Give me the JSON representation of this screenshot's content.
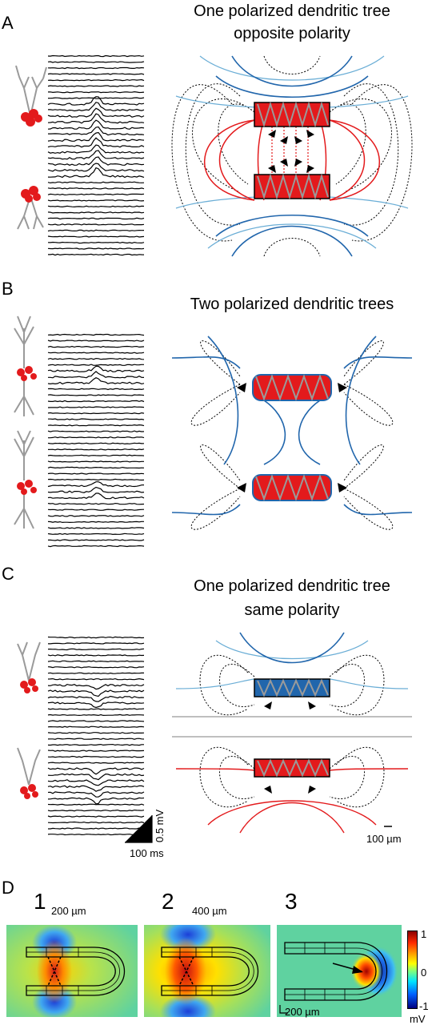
{
  "panels": {
    "A": {
      "letter": "A",
      "title_l1": "One polarized dendritic tree",
      "title_l2": "opposite polarity"
    },
    "B": {
      "letter": "B",
      "title_l1": "Two polarized dendritic trees"
    },
    "C": {
      "letter": "C",
      "title_l1": "One polarized dendritic tree",
      "title_l2": "same polarity"
    },
    "D": {
      "letter": "D",
      "subpanels": [
        {
          "num": "1",
          "caption": "200 µm"
        },
        {
          "num": "2",
          "caption": "400 µm"
        },
        {
          "num": "3",
          "caption": ""
        }
      ],
      "scale_label": "200 µm",
      "colorbar": {
        "max": "1",
        "mid": "0",
        "min": "-1",
        "unit": "mV"
      }
    }
  },
  "scalebars": {
    "voltage": "0.5 mV",
    "time": "100 ms",
    "distance": "100 µm"
  },
  "colors": {
    "red": "#e31a1c",
    "blue": "#2166ac",
    "lightblue": "#6baed6",
    "gray": "#9a9a9a"
  }
}
